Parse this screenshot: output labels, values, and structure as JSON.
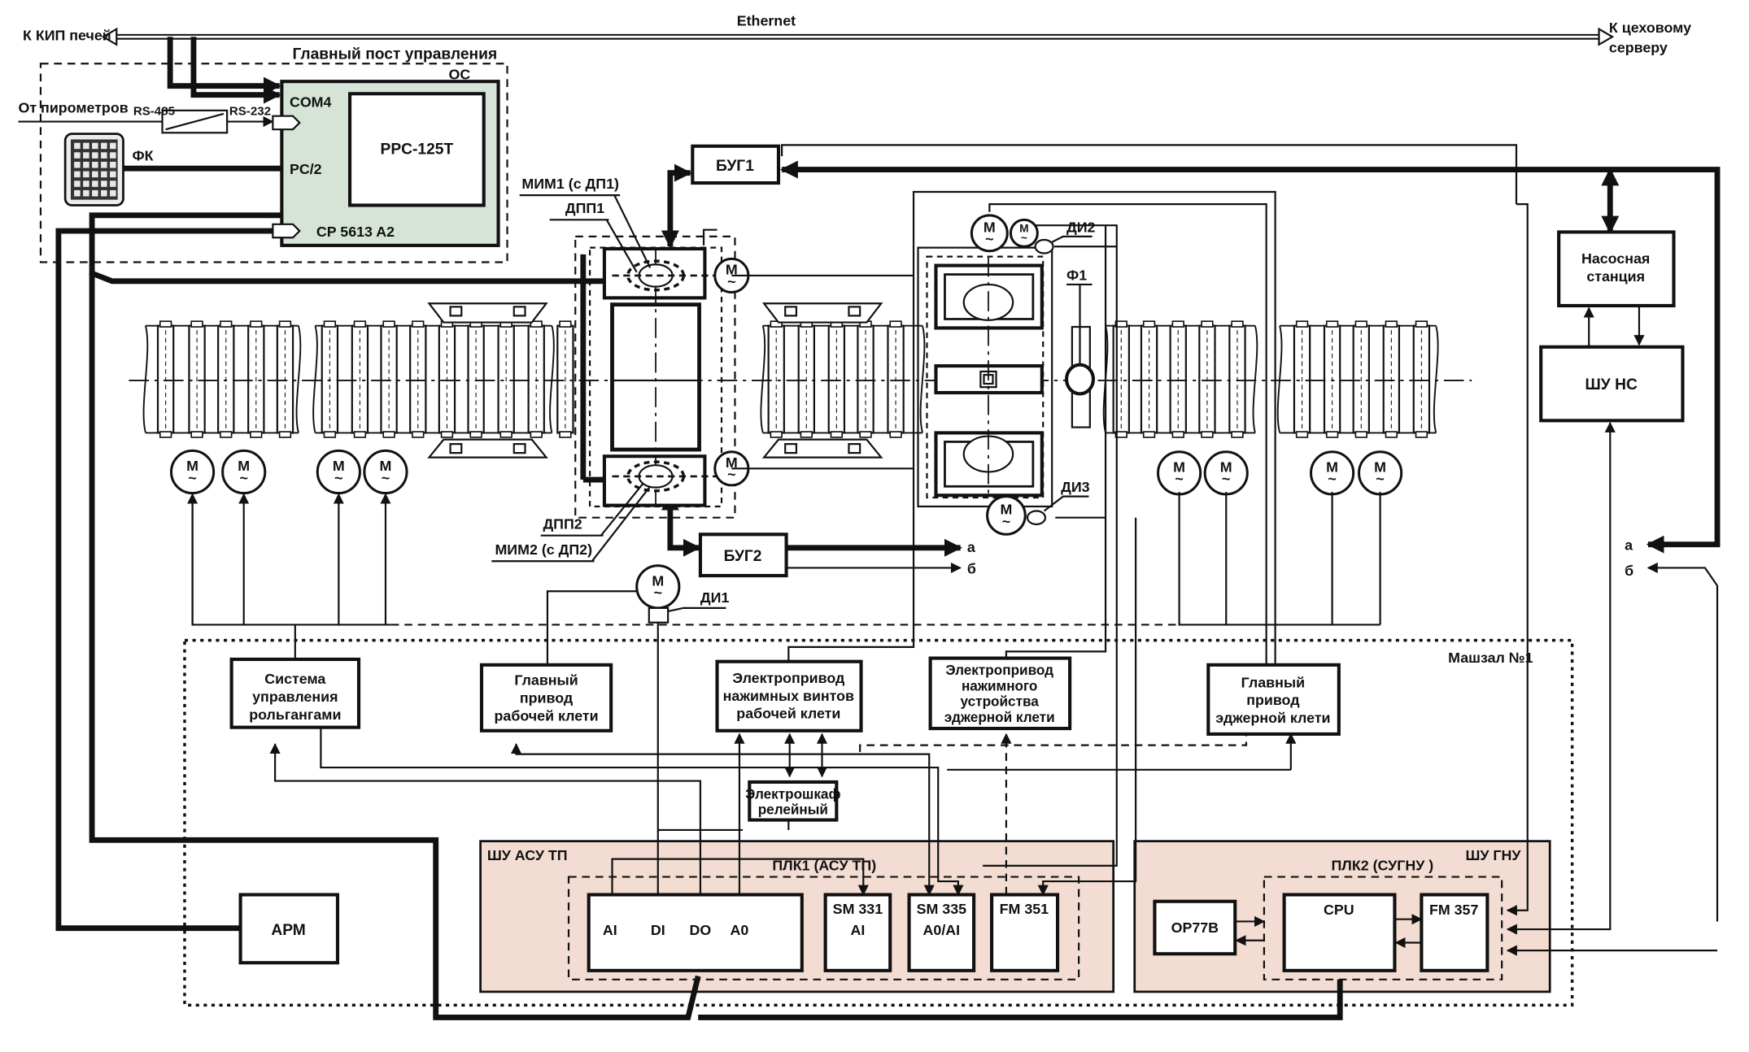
{
  "colors": {
    "post_panel": "#e2eae3",
    "os_panel": "#d6e4d8",
    "mashzal_bg": "#f8ebe6",
    "sub_panel": "#f3ddd3",
    "line": "#111111"
  },
  "top": {
    "ethernet": "Ethernet",
    "left_label": "К КИП печей",
    "right_label_1": "К цеховому",
    "right_label_2": "серверу"
  },
  "post": {
    "title": "Главный пост управления",
    "os": "ОС",
    "pyrometers": "От пирометров",
    "rs485": "RS-485",
    "rs232": "RS-232",
    "com4": "COM4",
    "ps2": "PC/2",
    "cp": "CP 5613 A2",
    "ppc": "PPC-125T",
    "fk": "ФК"
  },
  "stand": {
    "bug1": "БУГ1",
    "bug2": "БУГ2",
    "mim1": "МИМ1 (с ДП1)",
    "dpp1": "ДПП1",
    "dpp2": "ДПП2",
    "mim2": "МИМ2 (с ДП2)",
    "di1": "ДИ1",
    "di2": "ДИ2",
    "di3": "ДИ3",
    "f1": "Ф1",
    "motor": "M",
    "motor_sub": "~",
    "out_a": "а",
    "out_b": "б"
  },
  "pump": {
    "station_1": "Насосная",
    "station_2": "станция",
    "shu_ns": "ШУ НС",
    "in_a": "а",
    "in_b": "б"
  },
  "mashzal": {
    "title": "Машзал №1",
    "roller_control": [
      "Система",
      "управления",
      "рольгангами"
    ],
    "main_drive_work": [
      "Главный",
      "привод",
      "рабочей клети"
    ],
    "screw_drive": [
      "Электропривод",
      "нажимных винтов",
      "рабочей клети"
    ],
    "edger_press": [
      "Электропривод",
      "нажимного",
      "устройства",
      "эджерной клети"
    ],
    "main_drive_edger": [
      "Главный",
      "привод",
      "эджерной клети"
    ],
    "relay_cabinet": [
      "Электрошкаф",
      "релейный"
    ],
    "arm": "АРМ"
  },
  "asu": {
    "title": "ШУ АСУ ТП",
    "plc": "ПЛК1 (АСУ ТП)",
    "ports": [
      "AI",
      "DI",
      "DO",
      "A0"
    ],
    "sm331": [
      "SM 331",
      "AI"
    ],
    "sm335": [
      "SM 335",
      "A0/AI"
    ],
    "fm351": "FM 351"
  },
  "gnu": {
    "title": "ШУ ГНУ",
    "plc": "ПЛК2 (СУГНУ    )",
    "op": "OP77B",
    "cpu": "CPU",
    "fm357": "FM 357"
  }
}
